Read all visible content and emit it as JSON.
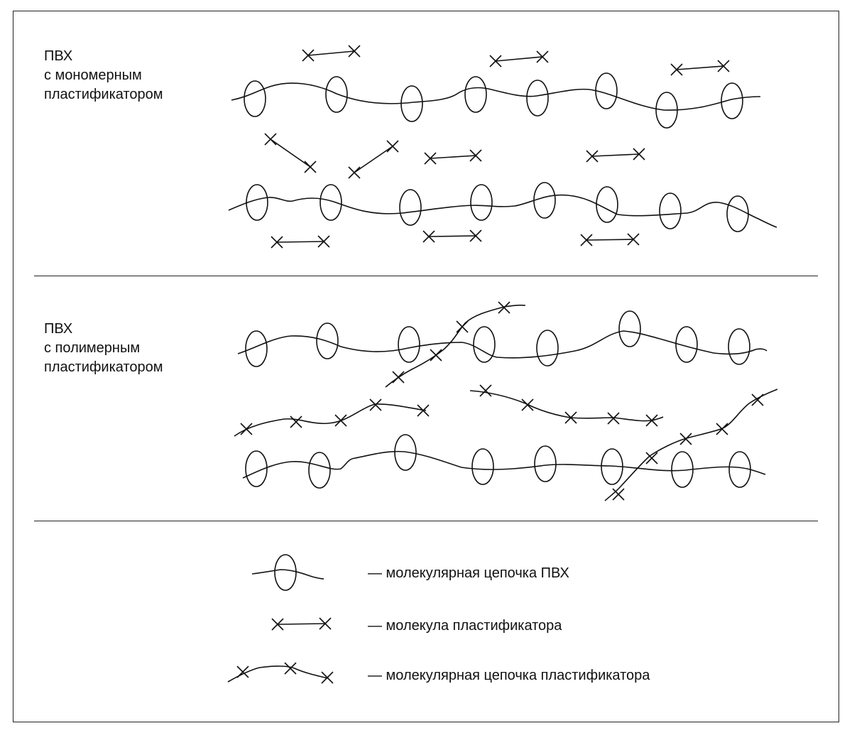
{
  "panels": [
    {
      "label_lines": [
        "ПВХ",
        "с мономерным",
        "пластификатором"
      ]
    },
    {
      "label_lines": [
        "ПВХ",
        "с полимерным",
        "пластификатором"
      ]
    }
  ],
  "legend": [
    {
      "icon": "pvc-chain-icon",
      "text": "— молекулярная цепочка ПВХ"
    },
    {
      "icon": "plasticizer-molecule-icon",
      "text": "— молекула пластификатора"
    },
    {
      "icon": "plasticizer-chain-icon",
      "text": "— молекулярная цепочка пластификатора"
    }
  ],
  "colors": {
    "stroke": "#111111",
    "background": "#ffffff"
  }
}
